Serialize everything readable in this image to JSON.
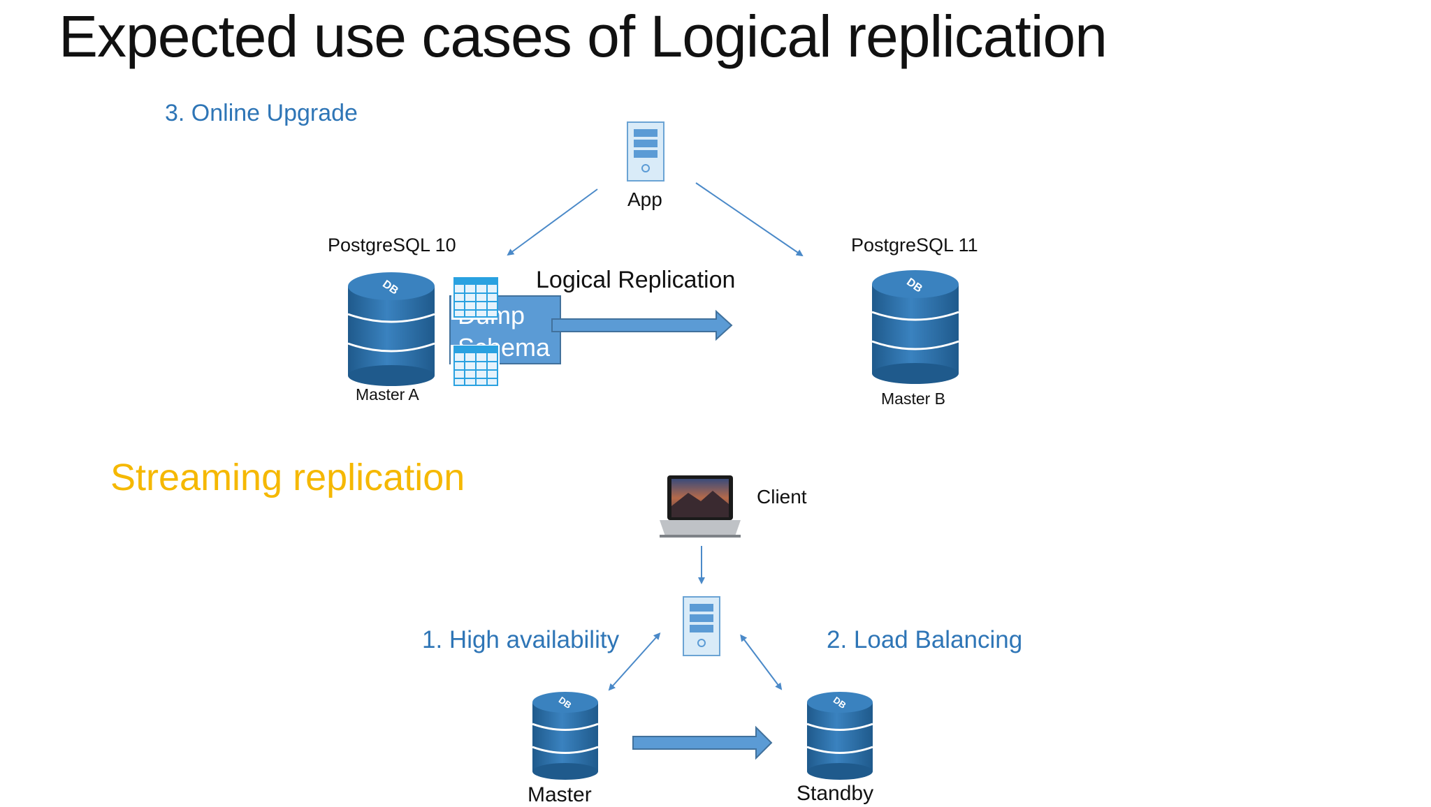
{
  "slide": {
    "title": "Expected use cases of Logical replication"
  },
  "online_upgrade": {
    "heading": "3. Online Upgrade",
    "app_label": "App",
    "left_version": "PostgreSQL 10",
    "right_version": "PostgreSQL 11",
    "replication_label": "Logical Replication",
    "dump_box_lines": [
      "Dump",
      "Schema"
    ],
    "left_db_label": "Master A",
    "right_db_label": "Master B"
  },
  "streaming": {
    "heading": "Streaming replication",
    "client_label": "Client",
    "high_availability": "1. High availability",
    "load_balancing": "2. Load Balancing",
    "master_label": "Master",
    "standby_label": "Standby"
  },
  "colors": {
    "heading_blue": "#2e75b6",
    "streaming_yellow": "#f5b800",
    "db_blue": "#2d6ea3",
    "arrow_blue": "#4a89c8"
  },
  "icons": {
    "db": "DB"
  }
}
